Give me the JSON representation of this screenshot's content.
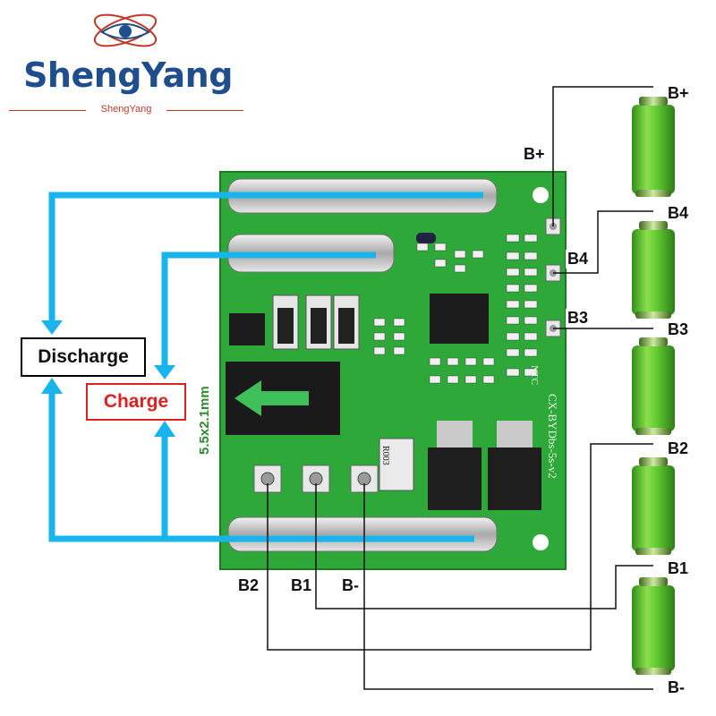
{
  "brand": {
    "name": "ShengYang",
    "sub": "ShengYang"
  },
  "labels": {
    "discharge": "Discharge",
    "charge": "Charge",
    "connector_size": "5.5x2.1mm"
  },
  "cell_terminals": {
    "b_plus": "B+",
    "b4": "B4",
    "b3": "B3",
    "b2": "B2",
    "b1": "B1",
    "b_minus": "B-"
  },
  "board_pads": {
    "b_plus": "B+",
    "b4": "B4",
    "b3": "B3"
  },
  "bottom_pads": {
    "b2": "B2",
    "b1": "B1",
    "b_minus": "B-"
  },
  "pcb_silkscreen": {
    "model": "CX-BYDbs-5s-v2",
    "ntc": "NTC",
    "shunt": "R003"
  },
  "colors": {
    "arrow": "#1ab4ec",
    "charge_border": "#e02020",
    "pcb": "#2fa83a",
    "cell": "#5ec730",
    "connector_arrow": "#3fbf5a"
  }
}
